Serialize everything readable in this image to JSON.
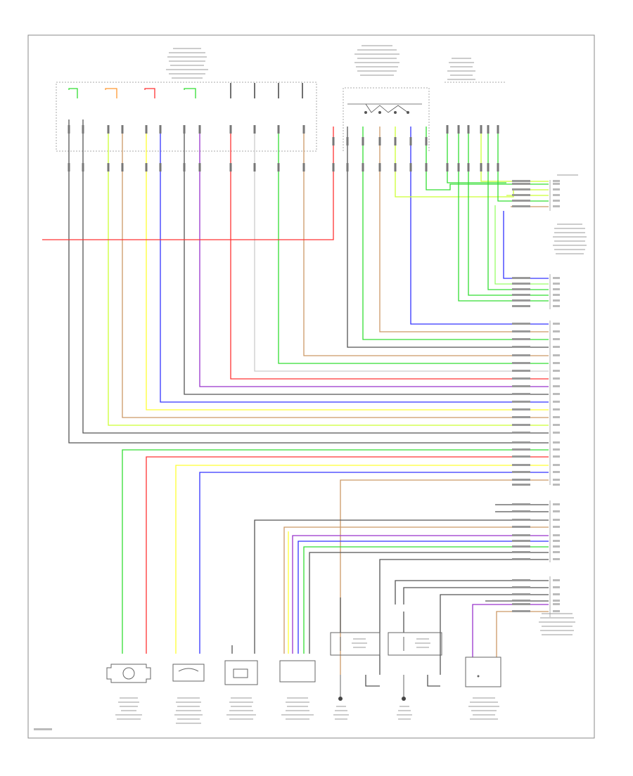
{
  "diagram": {
    "footer_code": "",
    "colors": {
      "green": "#33dd33",
      "light_green": "#99ff66",
      "yellow_green": "#ccff33",
      "orange": "#ff9933",
      "red": "#ff3333",
      "pink": "#ff9999",
      "blue": "#3333ff",
      "violet": "#9933cc",
      "yellow": "#ffff33",
      "brown": "#cc9966",
      "tan": "#cc9966",
      "gray": "#555555",
      "black": "#222222",
      "magenta": "#ff33ff",
      "white_wire": "#cccccc"
    },
    "components": [
      {
        "id": "left-front-wheel-sensor",
        "icon": "sensor-icon"
      },
      {
        "id": "right-front-wheel-sensor",
        "icon": "sensor-icon"
      },
      {
        "id": "throttle-position-sensor-1",
        "icon": "connector-icon"
      },
      {
        "id": "throttle-position-sensor-2",
        "icon": "connector-icon"
      },
      {
        "id": "relay-1",
        "icon": "relay-icon"
      },
      {
        "id": "relay-2",
        "icon": "relay-icon"
      },
      {
        "id": "motor-module",
        "icon": "module-icon"
      },
      {
        "id": "ground-1",
        "icon": "ground-icon"
      },
      {
        "id": "ground-2",
        "icon": "ground-icon"
      }
    ]
  }
}
